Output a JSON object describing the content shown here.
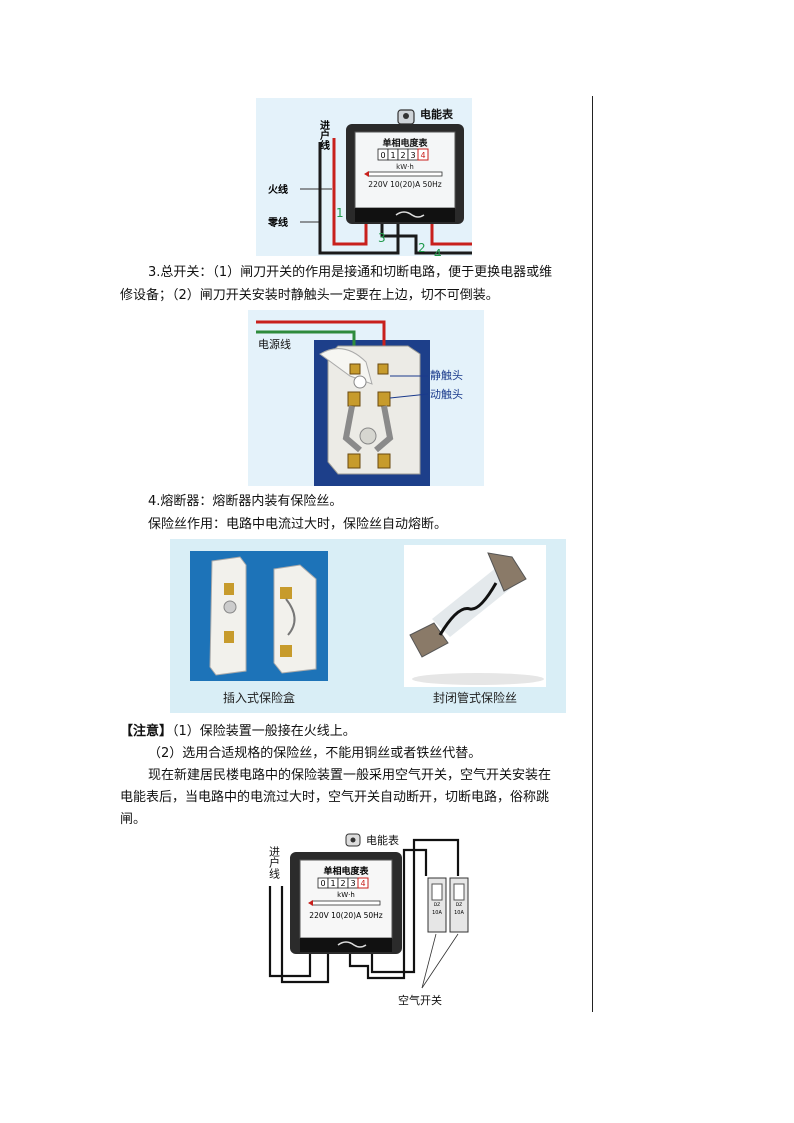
{
  "meter_diagram_1": {
    "title": "电能表",
    "incoming_label": "进户线",
    "live_label": "火线",
    "neutral_label": "零线",
    "meter_name": "单相电度表",
    "digits": [
      "0",
      "1",
      "2",
      "3",
      "4"
    ],
    "unit": "kW·h",
    "rating": "220V 10(20)A 50Hz",
    "terminals": [
      "1",
      "3",
      "2",
      "4"
    ]
  },
  "section3": {
    "line1": "3.总开关：（1）闸刀开关的作用是接通和切断电路，便于更换电器或维",
    "line2": "修设备；（2）闸刀开关安装时静触头一定要在上边，切不可倒装。"
  },
  "knife_switch": {
    "power_label": "电源线",
    "static_label": "静触头",
    "moving_label": "动触头"
  },
  "section4": {
    "line1": "4.熔断器：熔断器内装有保险丝。",
    "line2": "保险丝作用：电路中电流过大时，保险丝自动熔断。"
  },
  "fuse_figure": {
    "left_caption": "插入式保险盒",
    "right_caption": "封闭管式保险丝"
  },
  "notes": {
    "bracket": "【注意】",
    "note1": "（1）保险装置一般接在火线上。",
    "note2": "（2）选用合适规格的保险丝，不能用铜丝或者铁丝代替。"
  },
  "air_switch_text": {
    "line1": "现在新建居民楼电路中的保险装置一般采用空气开关，空气开关安装在",
    "line2": "电能表后，当电路中的电流过大时，空气开关自动断开，切断电路，俗称跳",
    "line3": "闸。"
  },
  "meter_diagram_2": {
    "title": "电能表",
    "incoming_label": "进户线",
    "meter_name": "单相电度表",
    "digits": [
      "0",
      "1",
      "2",
      "3",
      "4"
    ],
    "unit": "kW·h",
    "rating": "220V 10(20)A 50Hz",
    "breaker_rating": "10A",
    "breaker_mark": "DZ",
    "caption": "空气开关"
  },
  "colors": {
    "diagram_bg": "#e4f2fa",
    "wire_red": "#c8201c",
    "wire_black": "#1a1a1a",
    "wire_green": "#2e8b3c",
    "label_green": "#1f9a4a",
    "label_blue": "#1a3a8c",
    "fuse_panel": "#d9eef6"
  }
}
